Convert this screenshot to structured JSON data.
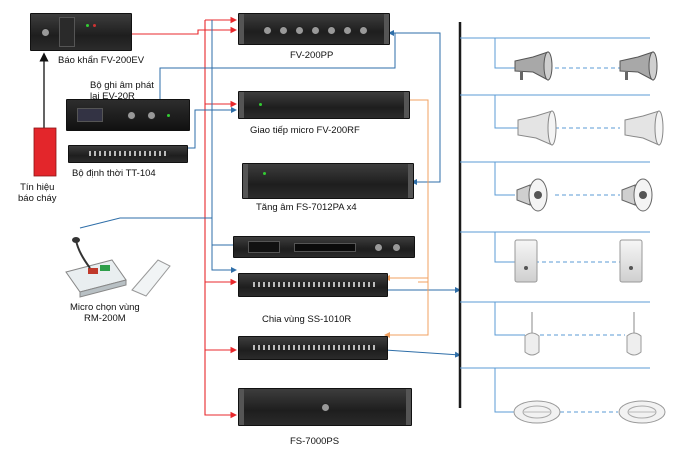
{
  "labels": {
    "bao_khan": "Báo khẩn FV-200EV",
    "fv200pp": "FV-200PP",
    "bo_ghi_am": "Bộ ghi âm phát\nlại EV-20R",
    "giao_tiep": "Giao tiếp micro FV-200RF",
    "bo_dinh_thoi": "Bộ định thời TT-104",
    "tin_hieu": "Tín hiệu\nbáo cháy",
    "tang_am": "Tăng âm FS-7012PA x4",
    "micro_chon_vung": "Micro chọn vùng\nRM-200M",
    "chia_vung": "Chia vùng SS-1010R",
    "fs7000ps": "FS-7000PS"
  },
  "colors": {
    "red_line": "#e8282c",
    "blue_line": "#2e6ea8",
    "orange_line": "#f0a060",
    "bus_line": "#1a1a1a",
    "zone_line": "#5b9bd5",
    "fire_box": "#e3262b"
  },
  "speaker_zones": [
    {
      "type": "horn-speaker"
    },
    {
      "type": "horn-speaker-white"
    },
    {
      "type": "projector-speaker"
    },
    {
      "type": "wall-speaker"
    },
    {
      "type": "pendant-speaker"
    },
    {
      "type": "ceiling-speaker"
    }
  ]
}
